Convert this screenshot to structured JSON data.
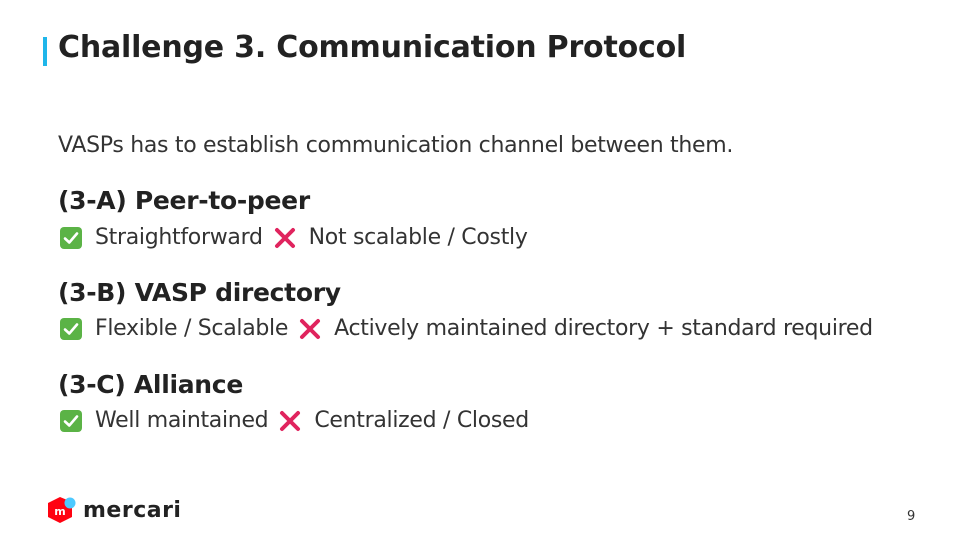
{
  "slide": {
    "title": "Challenge 3. Communication Protocol",
    "intro": "VASPs has to establish communication channel between them.",
    "options": [
      {
        "title": "(3-A) Peer-to-peer",
        "pro": "Straightforward",
        "con": "Not scalable / Costly"
      },
      {
        "title": "(3-B) VASP directory",
        "pro": "Flexible / Scalable",
        "con": "Actively maintained directory + standard required"
      },
      {
        "title": "(3-C) Alliance",
        "pro": "Well maintained",
        "con": "Centralized / Closed"
      }
    ],
    "page_number": "9"
  },
  "brand": {
    "logo_text": "mercari",
    "logo_mark_letter": "m",
    "accent_color": "#1fb6ea",
    "logo_red": "#ff0211",
    "logo_blue": "#4dc9ff"
  },
  "icons": {
    "pro": "check-mark-icon",
    "con": "cross-mark-icon"
  }
}
